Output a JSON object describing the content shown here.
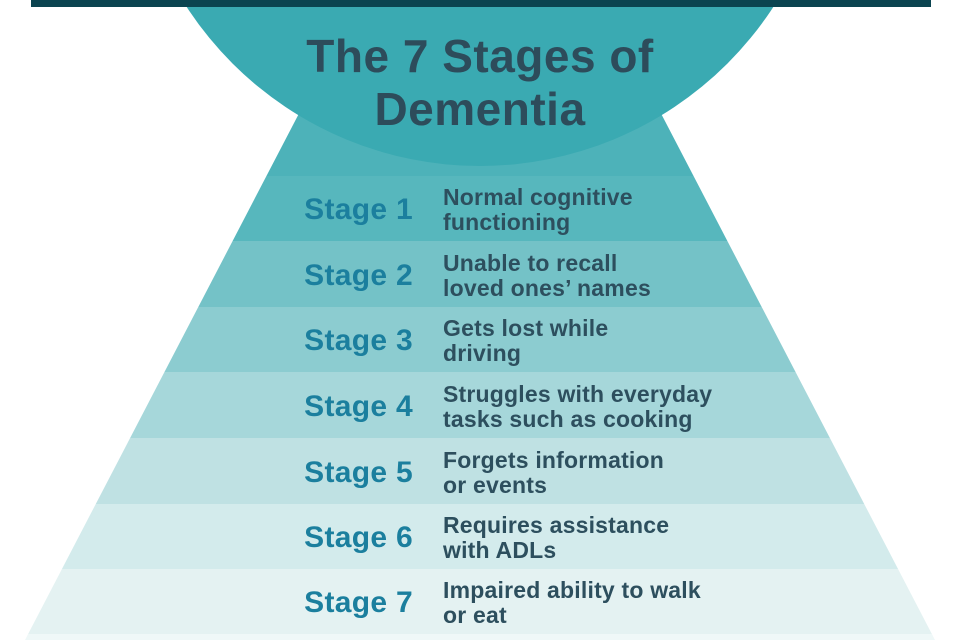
{
  "title": {
    "line1": "The 7 Stages of",
    "line2": "Dementia"
  },
  "stages": [
    {
      "label": "Stage 1",
      "desc": [
        "Normal cognitive",
        "functioning"
      ]
    },
    {
      "label": "Stage 2",
      "desc": [
        "Unable to recall",
        "loved ones’ names"
      ]
    },
    {
      "label": "Stage 3",
      "desc": [
        "Gets lost while",
        "driving"
      ]
    },
    {
      "label": "Stage 4",
      "desc": [
        "Struggles with everyday",
        "tasks such as cooking"
      ]
    },
    {
      "label": "Stage 5",
      "desc": [
        "Forgets information",
        "or events"
      ]
    },
    {
      "label": "Stage 6",
      "desc": [
        "Requires assistance",
        "with ADLs"
      ]
    },
    {
      "label": "Stage 7",
      "desc": [
        "Impaired ability to walk",
        "or eat"
      ]
    }
  ],
  "colors": {
    "background": "#ffffff",
    "top_bar": "#0b4450",
    "circle": "#3aaab2",
    "funnel_throat": "#4db2b9",
    "bands": [
      "#57b7bd",
      "#74c2c7",
      "#8cccd0",
      "#a6d7da",
      "#bfe1e3",
      "#d3ebec",
      "#e4f2f2",
      "#eff8f8"
    ],
    "title_text": "#2d4c5b",
    "stage_label_text": "#1b7f9e",
    "description_text": "#2d4f5e"
  }
}
